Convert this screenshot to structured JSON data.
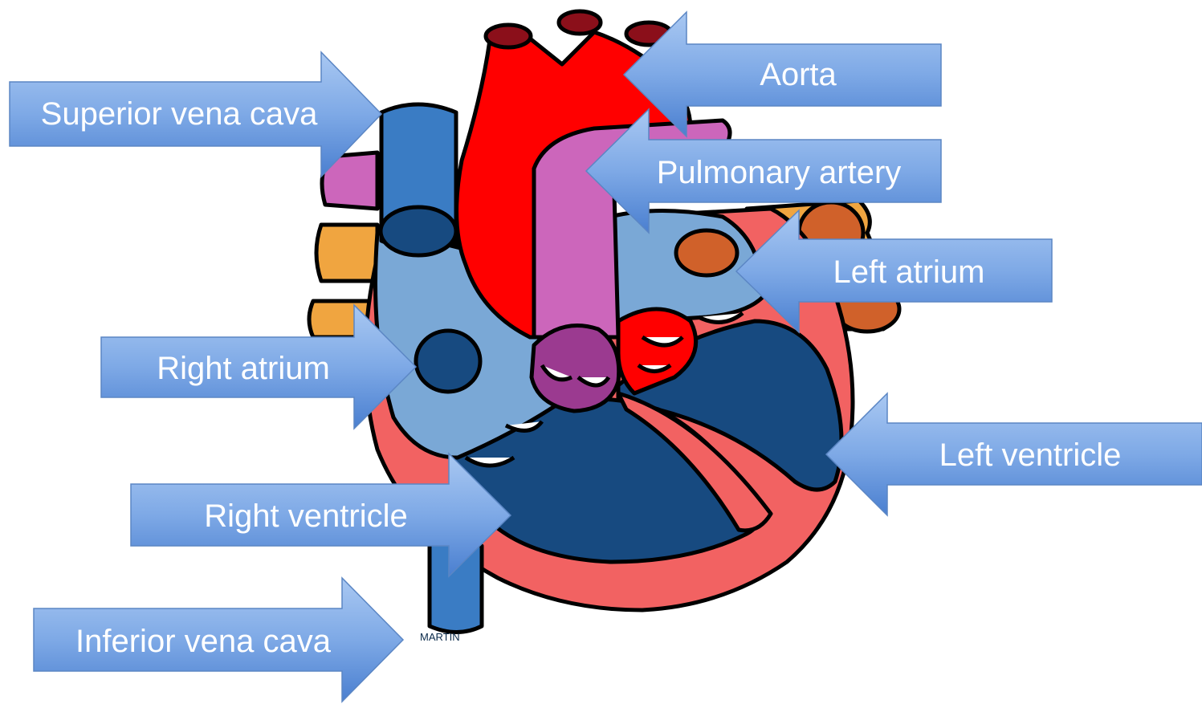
{
  "diagram": {
    "labels": {
      "superior_vena_cava": "Superior vena cava",
      "aorta": "Aorta",
      "pulmonary_artery": "Pulmonary artery",
      "left_atrium": "Left atrium",
      "right_atrium": "Right atrium",
      "left_ventricle": "Left ventricle",
      "right_ventricle": "Right ventricle",
      "inferior_vena_cava": "Inferior vena cava"
    },
    "artist_credit": "MARTIN"
  },
  "colors": {
    "arrow_light": "#a9c8f2",
    "arrow_dark": "#4a7fd0",
    "aorta_red": "#ff0000",
    "pulmonary_pink": "#cc66bb",
    "vena_cava_blue": "#3a7cc4",
    "atrium_light_blue": "#7aa8d6",
    "ventricle_dark_blue": "#174a80",
    "muscle_salmon": "#f26262",
    "fat_orange": "#f0a540",
    "pulmonary_vein_orange": "#d0612a",
    "valve_purple": "#9b3a90"
  }
}
